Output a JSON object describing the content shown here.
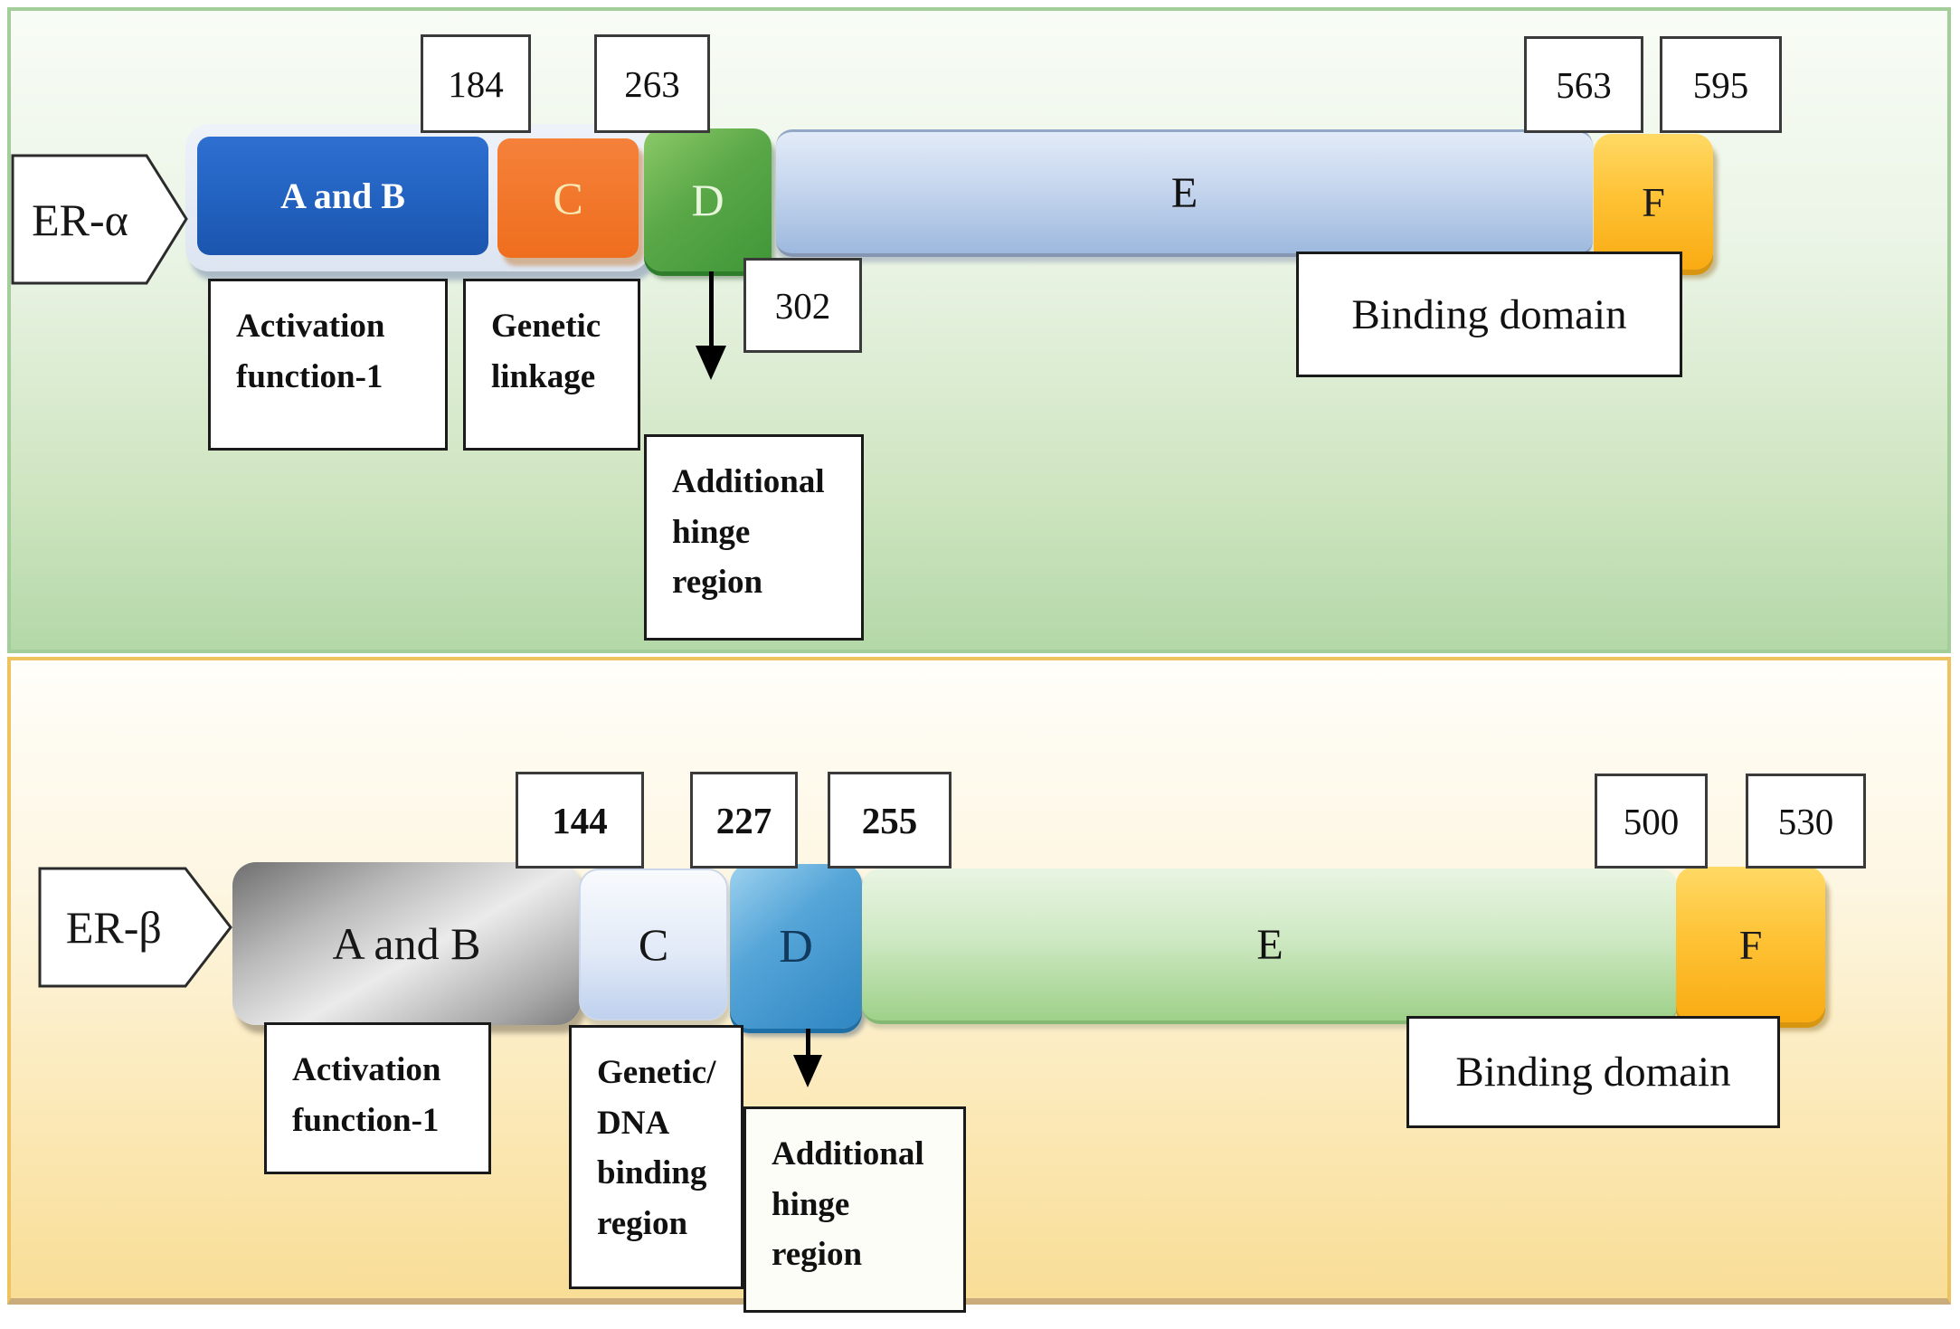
{
  "colors": {
    "alpha_panel_border": "#a3cd99",
    "alpha_panel_top": "#f8fcf6",
    "alpha_panel_bottom": "#b4d8a8",
    "beta_panel_border": "#eec25f",
    "beta_panel_top": "#fffef9",
    "beta_panel_bottom": "#f8dd96",
    "ab_blue": "#2160bd",
    "c_orange": "#ef6e1e",
    "d_green_dark": "#3f9637",
    "e_blue_light": "#e2ebf8",
    "e_blue_dark": "#9db9de",
    "f_gold_light": "#ffd965",
    "f_gold_dark": "#f9ab12",
    "beta_ab_gray_dark": "#6f6f6f",
    "beta_ab_gray_light": "#ebebeb",
    "beta_c_light": "#f8fafd",
    "beta_c_dark": "#bfd1ee",
    "beta_d_dark": "#2f86c2",
    "beta_e_light": "#e9f5e3",
    "beta_e_dark": "#9ed189"
  },
  "alpha": {
    "receptor": "ER-α",
    "domains": {
      "ab": "A and B",
      "c": "C",
      "d": "D",
      "e": "E",
      "f": "F"
    },
    "numbers": {
      "n184": "184",
      "n263": "263",
      "n302": "302",
      "n563": "563",
      "n595": "595"
    },
    "labels": {
      "activation": [
        "Activation",
        "function-1"
      ],
      "genetic": [
        "Genetic",
        "linkage"
      ],
      "hinge": [
        "Additional",
        "hinge",
        "region"
      ],
      "binding": "Binding domain"
    }
  },
  "beta": {
    "receptor": "ER-β",
    "domains": {
      "ab": "A and B",
      "c": "C",
      "d": "D",
      "e": "E",
      "f": "F"
    },
    "numbers": {
      "n144": "144",
      "n227": "227",
      "n255": "255",
      "n500": "500",
      "n530": "530"
    },
    "labels": {
      "activation": [
        "Activation",
        "function-1"
      ],
      "genetic": [
        "Genetic/",
        "DNA",
        "binding",
        "region"
      ],
      "hinge": [
        "Additional",
        "hinge",
        "region"
      ],
      "binding": "Binding domain"
    }
  }
}
